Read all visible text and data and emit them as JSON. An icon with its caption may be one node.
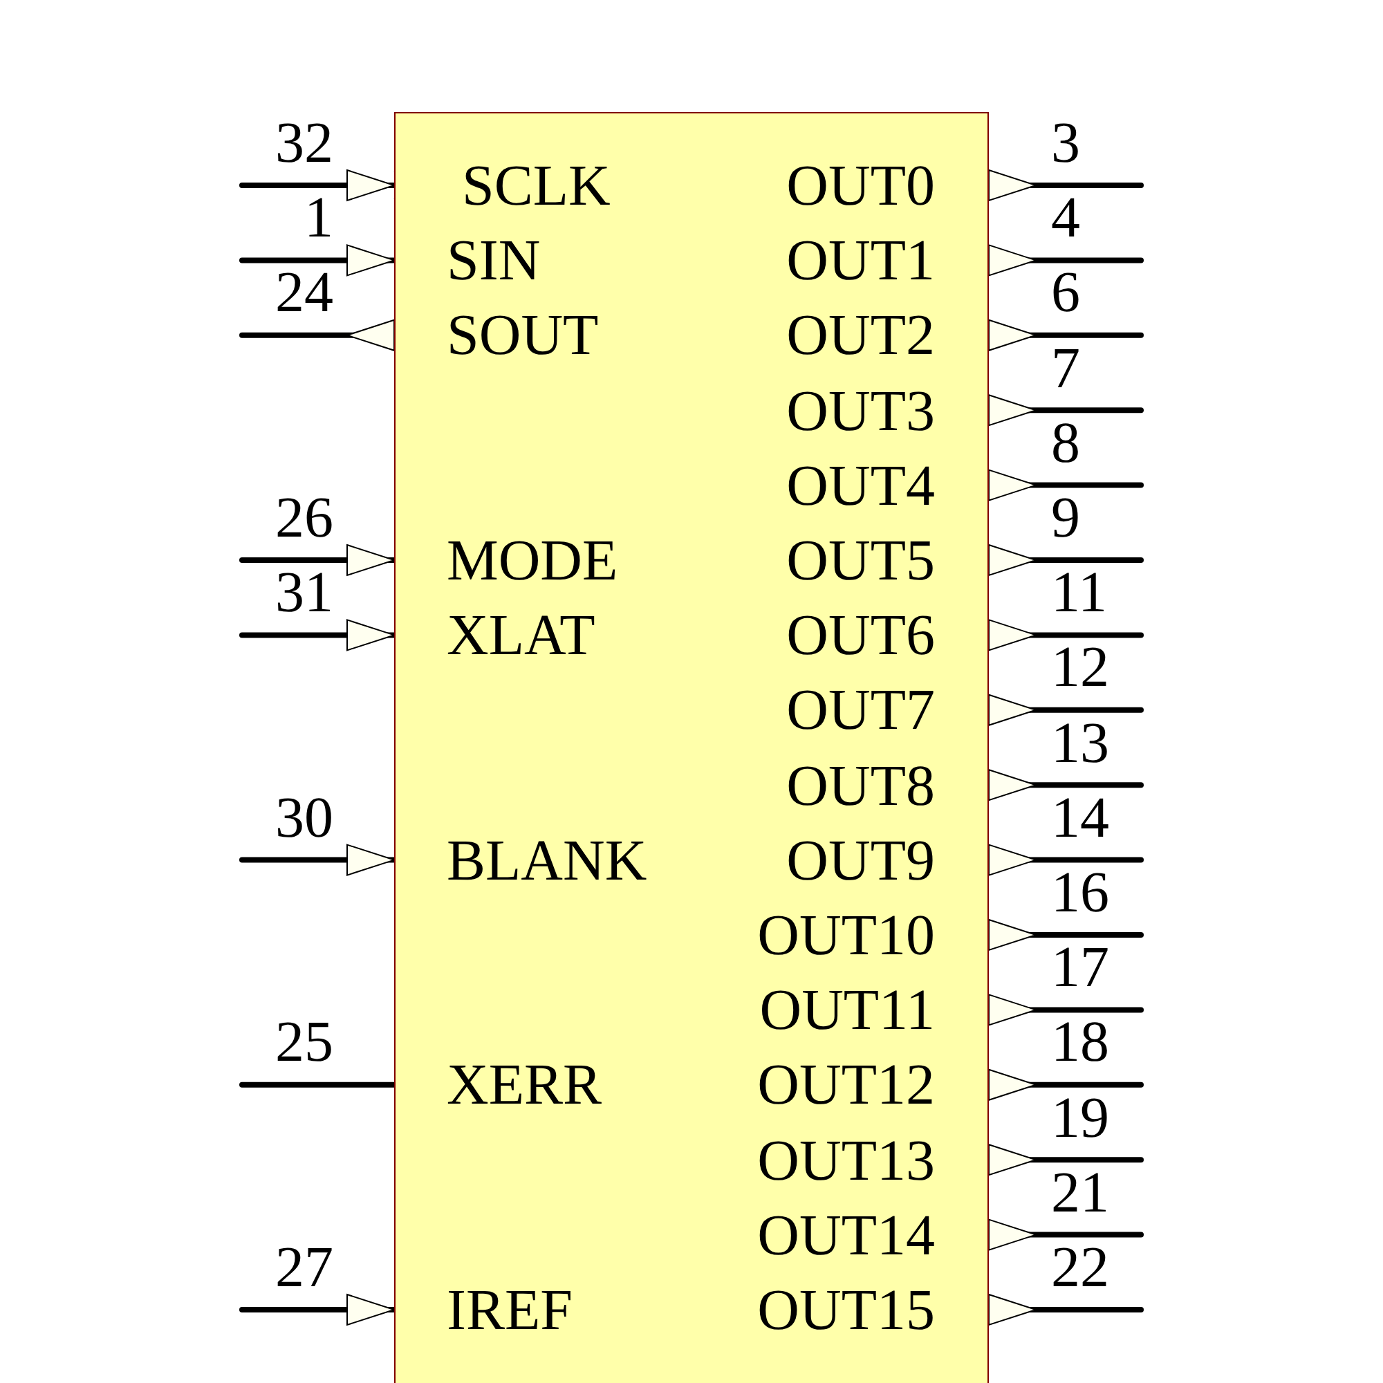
{
  "diagram": {
    "nodes": [
      {
        "text": [
          "SCLK",
          "SIN",
          "SOUT",
          "MODE",
          "XLAT",
          "BLANK",
          "XERR",
          "IREF",
          "OUT0",
          "OUT1",
          "OUT2",
          "OUT3",
          "OUT4",
          "OUT5",
          "OUT6",
          "OUT7",
          "OUT8",
          "OUT9",
          "OUT10",
          "OUT11",
          "OUT12",
          "OUT13",
          "OUT14",
          "OUT15"
        ]
      }
    ],
    "edges": [],
    "labels": [
      "32",
      "1",
      "24",
      "26",
      "31",
      "30",
      "25",
      "27",
      "3",
      "4",
      "6",
      "7",
      "8",
      "9",
      "11",
      "12",
      "13",
      "14",
      "16",
      "17",
      "18",
      "19",
      "21",
      "22"
    ]
  }
}
